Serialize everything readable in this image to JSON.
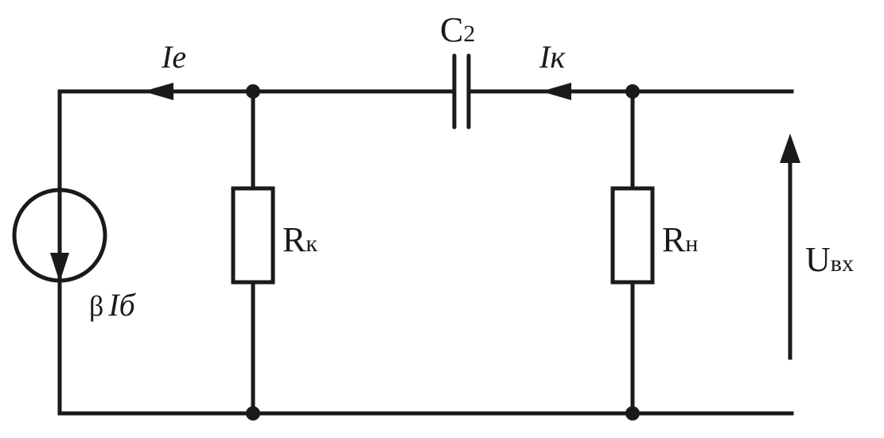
{
  "labels": {
    "current_emitter": "Ie",
    "current_collector": "Iк",
    "capacitor": "C",
    "capacitor_subscript": "2",
    "resistor_collector_main": "R",
    "resistor_collector_sub": "к",
    "resistor_load_main": "R",
    "resistor_load_sub": "н",
    "voltage_main": "U",
    "voltage_sub": "вх",
    "source_beta": "β",
    "source_current": "Iб"
  },
  "colors": {
    "line": "#1a1a1a",
    "background": "#ffffff"
  }
}
